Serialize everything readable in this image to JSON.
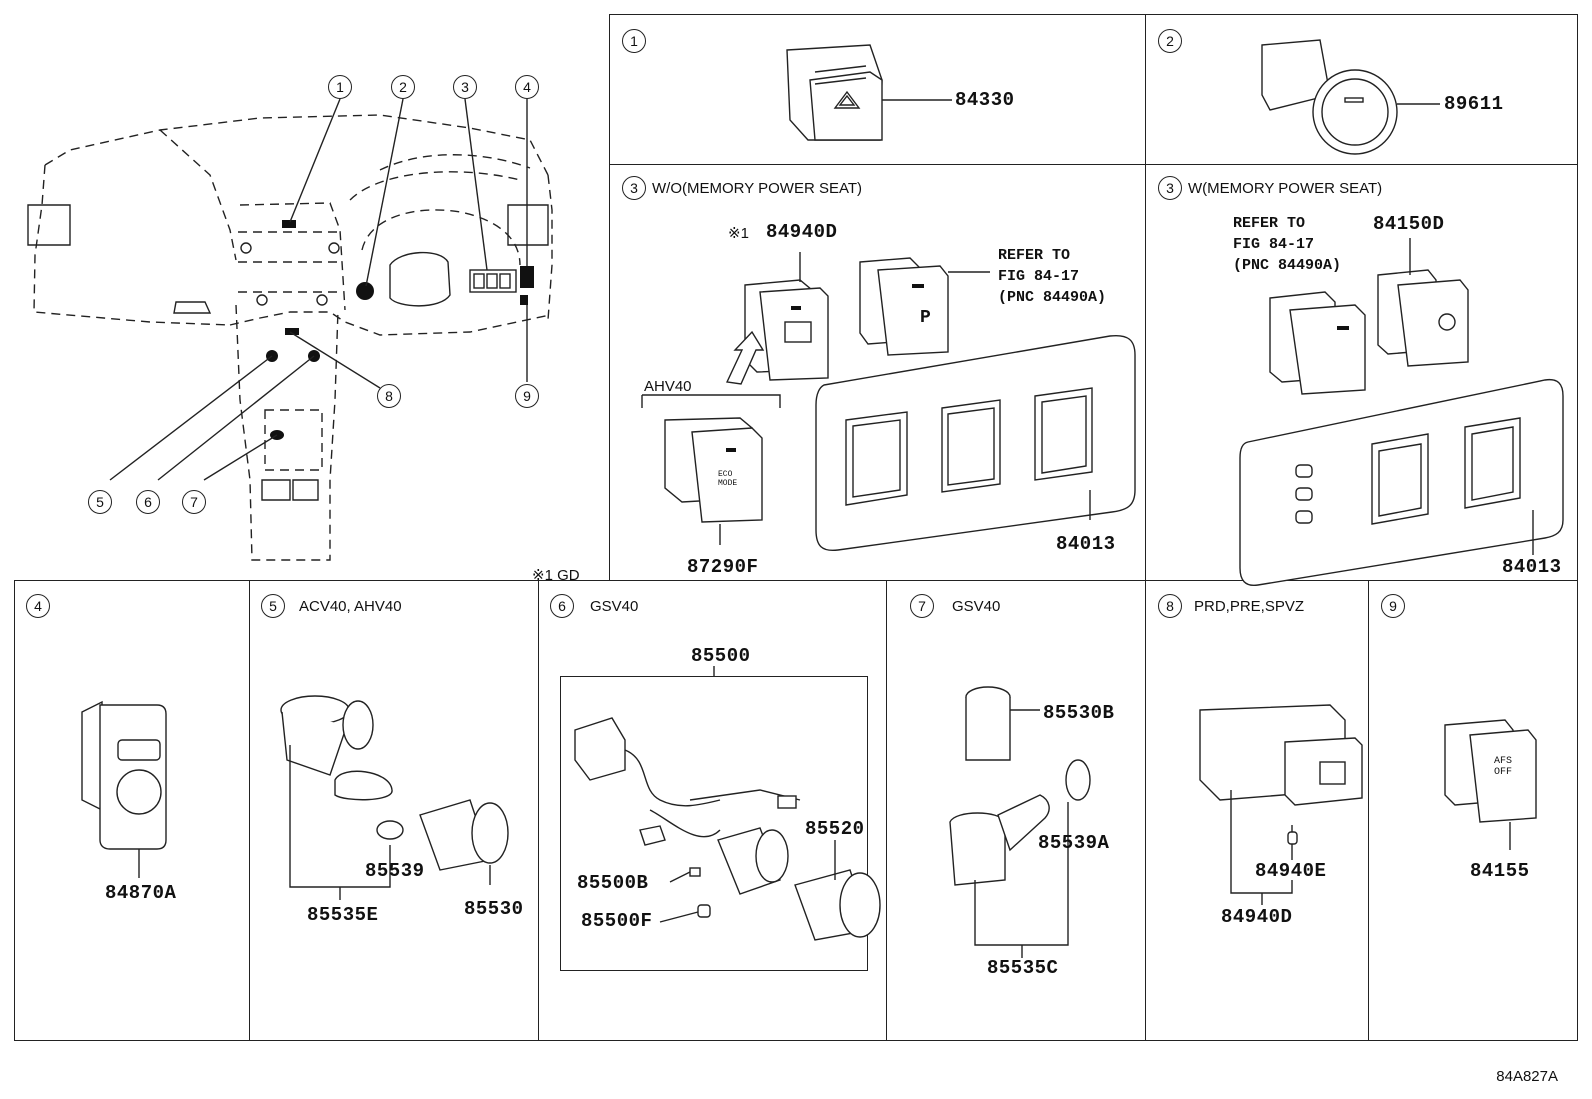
{
  "overview": {
    "callouts": [
      "1",
      "2",
      "3",
      "4",
      "5",
      "6",
      "7",
      "8",
      "9"
    ],
    "footnote": "※1 GD"
  },
  "panels": {
    "p1": {
      "num": "1",
      "parts": [
        "84330"
      ]
    },
    "p2": {
      "num": "2",
      "parts": [
        "89611"
      ]
    },
    "p3a": {
      "num": "3",
      "title": "W/O(MEMORY POWER SEAT)",
      "mark": "※1",
      "parts": [
        "84940D",
        "87290F",
        "84013"
      ],
      "refer": "REFER TO\nFIG 84-17\n(PNC 84490A)",
      "variant": "AHV40",
      "icons": {
        "eco": "ECO\nMODE",
        "park": "P"
      }
    },
    "p3b": {
      "num": "3",
      "title": "W(MEMORY POWER SEAT)",
      "parts": [
        "84150D",
        "84013"
      ],
      "refer": "REFER TO\nFIG 84-17\n(PNC 84490A)"
    },
    "p4": {
      "num": "4",
      "parts": [
        "84870A"
      ]
    },
    "p5": {
      "num": "5",
      "title": "ACV40, AHV40",
      "parts": [
        "85539",
        "85535E",
        "85530"
      ]
    },
    "p6": {
      "num": "6",
      "title": "GSV40",
      "parts": [
        "85500",
        "85520",
        "85500B",
        "85500F"
      ]
    },
    "p7": {
      "num": "7",
      "title": "GSV40",
      "parts": [
        "85530B",
        "85539A",
        "85535C"
      ]
    },
    "p8": {
      "num": "8",
      "title": "PRD,PRE,SPVZ",
      "parts": [
        "84940E",
        "84940D"
      ]
    },
    "p9": {
      "num": "9",
      "parts": [
        "84155"
      ],
      "icon": "AFS\nOFF"
    }
  },
  "figure_code": "84A827A"
}
